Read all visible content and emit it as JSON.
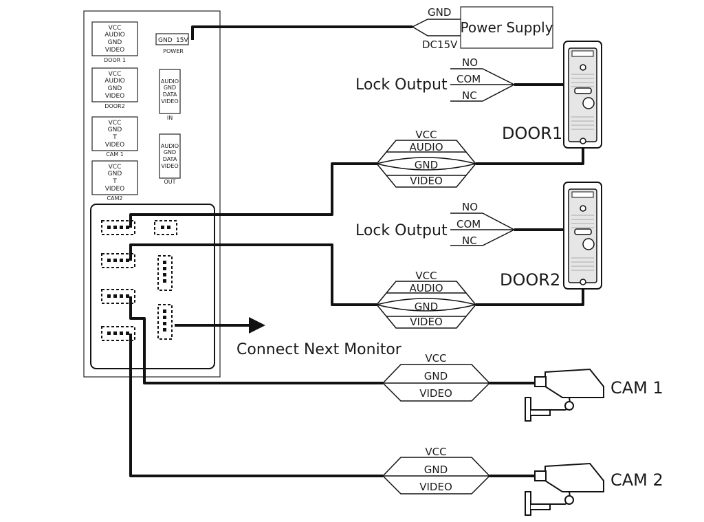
{
  "monitor": {
    "ports": {
      "door1": {
        "lines": [
          "VCC",
          "AUDIO",
          "GND",
          "VIDEO"
        ],
        "caption": "DOOR 1"
      },
      "door2": {
        "lines": [
          "VCC",
          "AUDIO",
          "GND",
          "VIDEO"
        ],
        "caption": "DOOR2"
      },
      "cam1": {
        "lines": [
          "VCC",
          "GND",
          "T",
          "VIDEO"
        ],
        "caption": "CAM 1"
      },
      "cam2": {
        "lines": [
          "VCC",
          "GND",
          "T",
          "VIDEO"
        ],
        "caption": "CAM2"
      }
    },
    "power": {
      "gnd": "GND",
      "v": "15V",
      "caption": "POWER"
    },
    "bus_in": {
      "lines": [
        "AUDIO",
        "GND",
        "DATA",
        "VIDEO"
      ],
      "caption": "IN"
    },
    "bus_out": {
      "lines": [
        "AUDIO",
        "GND",
        "DATA",
        "VIDEO"
      ],
      "caption": "OUT"
    }
  },
  "power_supply": {
    "label": "Power Supply",
    "gnd": "GND",
    "dc": "DC15V"
  },
  "lock1": {
    "label": "Lock Output",
    "no": "NO",
    "com": "COM",
    "nc": "NC"
  },
  "lock2": {
    "label": "Lock Output",
    "no": "NO",
    "com": "COM",
    "nc": "NC"
  },
  "door1": {
    "label": "DOOR1",
    "cable": [
      "VCC",
      "AUDIO",
      "GND",
      "VIDEO"
    ]
  },
  "door2": {
    "label": "DOOR2",
    "cable": [
      "VCC",
      "AUDIO",
      "GND",
      "VIDEO"
    ]
  },
  "cam1": {
    "label": "CAM 1",
    "cable": [
      "VCC",
      "GND",
      "VIDEO"
    ]
  },
  "cam2": {
    "label": "CAM 2",
    "cable": [
      "VCC",
      "GND",
      "VIDEO"
    ]
  },
  "next_monitor": {
    "label": "Connect Next Monitor"
  },
  "colors": {
    "line": "#111111",
    "background": "#ffffff"
  }
}
